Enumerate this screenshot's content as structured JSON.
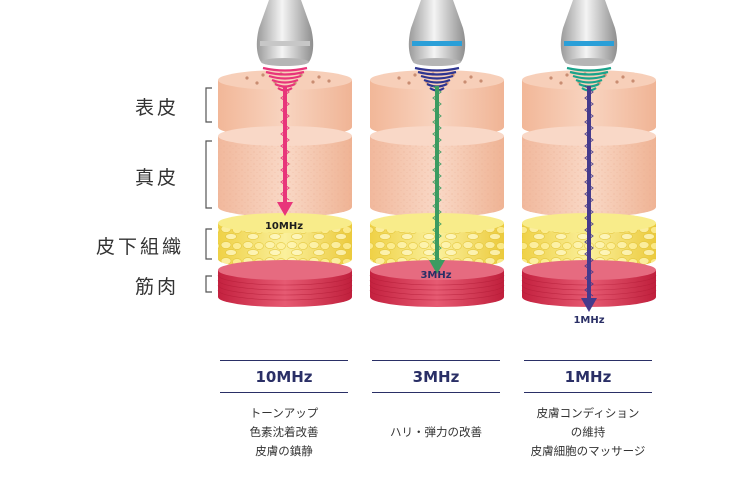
{
  "layers": [
    "表皮",
    "真皮",
    "皮下組織",
    "筋肉"
  ],
  "columns": [
    {
      "frequency": "10MHz",
      "heading": "10MHz",
      "description": [
        "トーンアップ",
        "色素沈着改善",
        "皮膚の鎮静"
      ],
      "arrow_color": "#e8357a",
      "ring_color": "#c7c7c7",
      "wave_color": "#e8357a",
      "depth_layer": "皮下組織"
    },
    {
      "frequency": "3MHz",
      "heading": "3MHz",
      "description": [
        "ハリ・弾力の改善"
      ],
      "arrow_color": "#3b9b61",
      "ring_color": "#2a9fd8",
      "wave_color": "#2e3590",
      "depth_layer": "筋肉"
    },
    {
      "frequency": "1MHz",
      "heading": "1MHz",
      "description": [
        "皮膚コンディション",
        "の維持",
        "皮膚細胞のマッサージ"
      ],
      "arrow_color": "#453a8c",
      "ring_color": "#2a9fd8",
      "wave_color": "#1aa38a",
      "depth_layer": "below-muscle"
    }
  ],
  "colors": {
    "epidermis": "#f6c8ae",
    "dermis": "#f7cdb6",
    "subcutaneous": "#f3e16a",
    "muscle": "#d83c5a",
    "heading": "#2a2f66"
  }
}
